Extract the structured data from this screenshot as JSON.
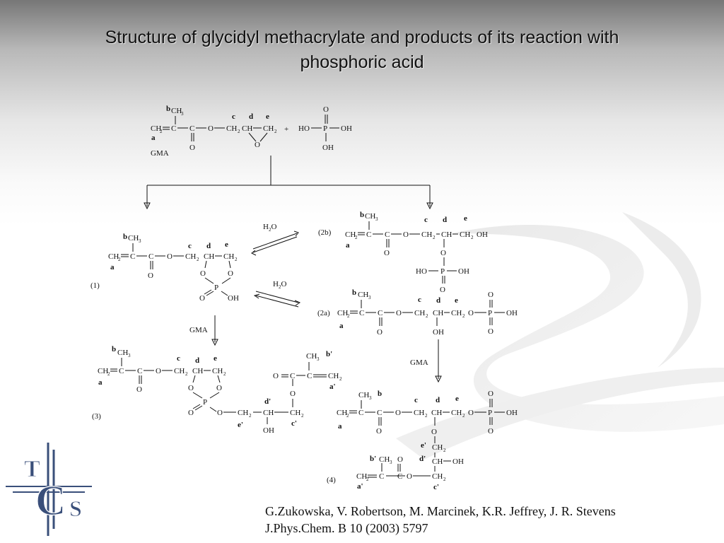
{
  "slide": {
    "title_line1": "Structure of glycidyl methacrylate and products of its reaction with",
    "title_line2": "phosphoric acid",
    "reference_line1": "G.Zukowska, V. Robertson, M. Marcinek, K.R. Jeffrey, J. R. Stevens",
    "reference_line2": "J.Phys.Chem. B 10 (2003) 5797"
  },
  "labels": {
    "gma": "GMA",
    "water": "H2O",
    "product1": "(1)",
    "product2a": "(2a)",
    "product2b": "(2b)",
    "product3": "(3)",
    "product4": "(4)",
    "plus": "+"
  },
  "logo": {
    "letters": "TCS",
    "color": "#3a4f7a"
  }
}
